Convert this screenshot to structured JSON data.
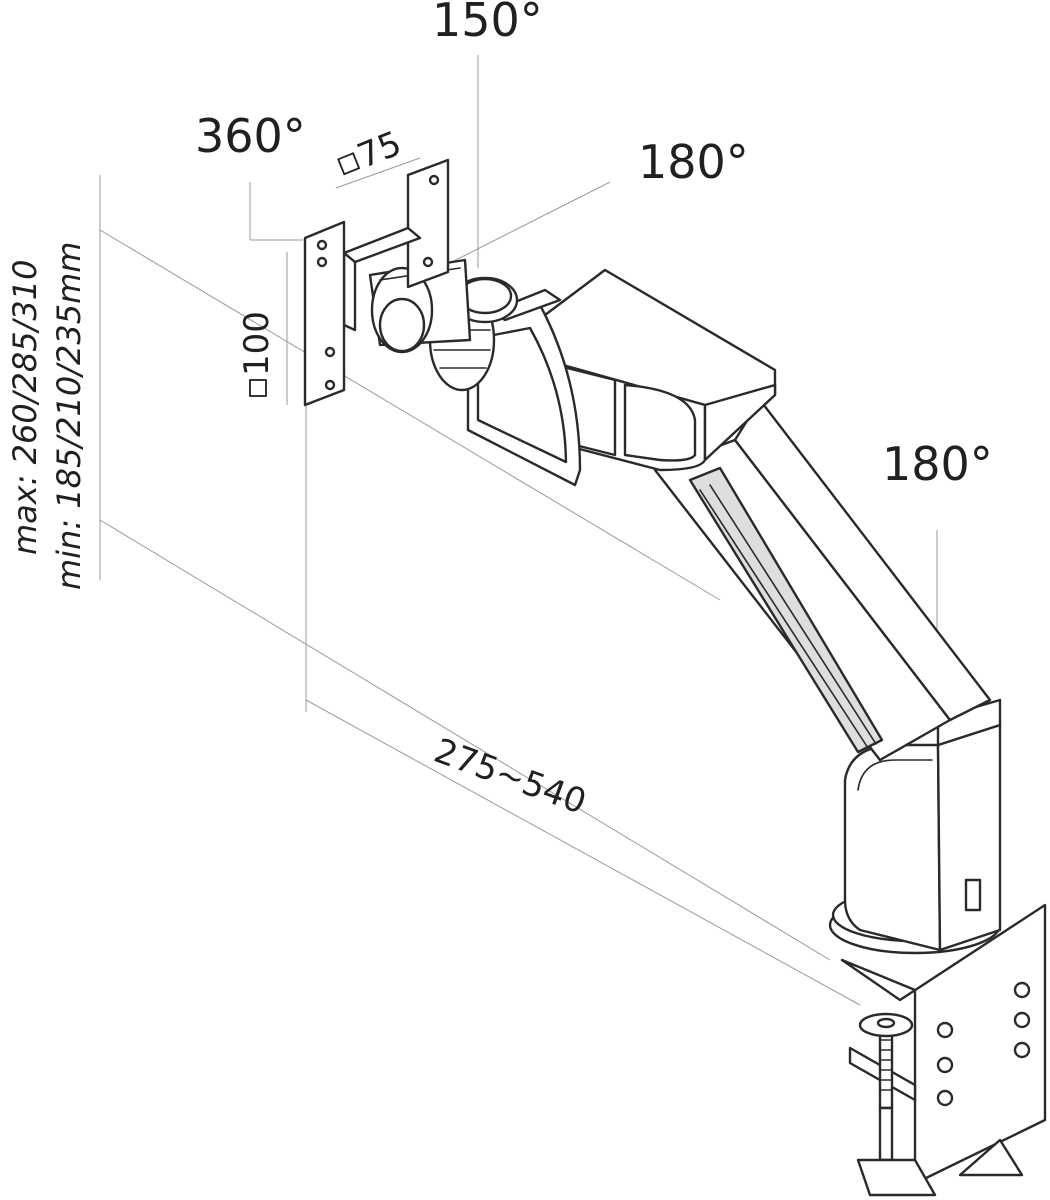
{
  "annotations": {
    "tilt_angle": "150°",
    "rotation_angle": "360°",
    "vesa_small": "75",
    "vesa_large": "100",
    "swivel_head": "180°",
    "swivel_base": "180°",
    "reach_range": "275~540",
    "height_max": "max: 260/285/310",
    "height_min": "min: 185/210/235mm"
  }
}
